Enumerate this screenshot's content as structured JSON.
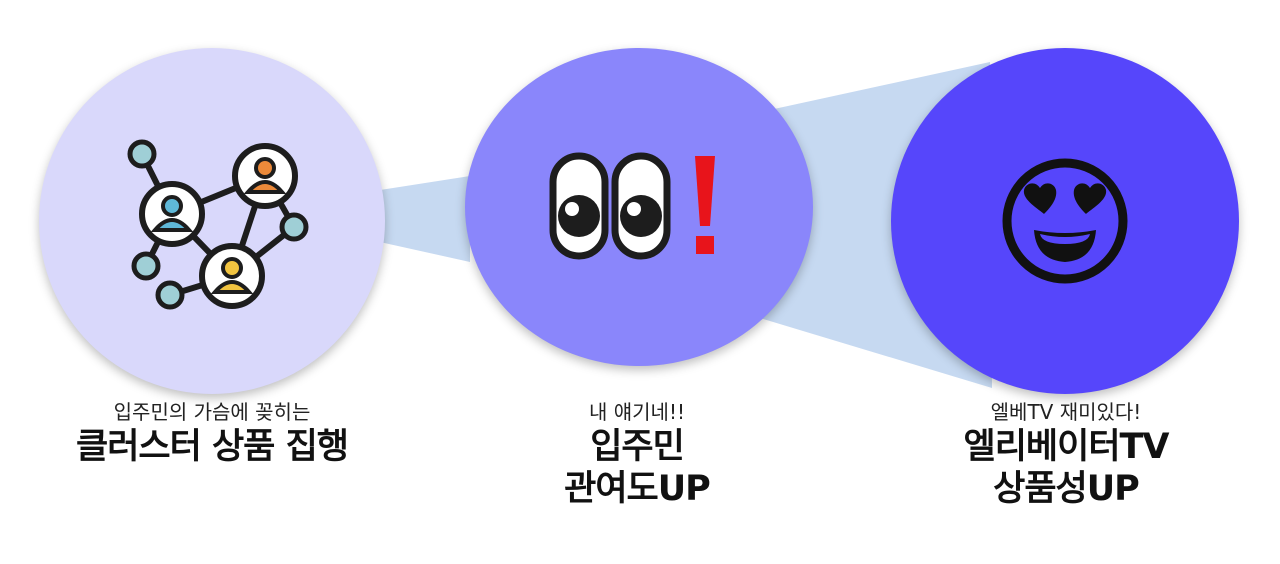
{
  "steps": [
    {
      "icon": "network-people-icon",
      "subtitle": "입주민의 가슴에 꽂히는",
      "title_lines": [
        "클러스터 상품 집행"
      ]
    },
    {
      "icon": "eyes-exclamation-icon",
      "subtitle": "내 얘기네!!",
      "title_lines": [
        "입주민",
        "관여도UP"
      ]
    },
    {
      "icon": "heart-eyes-emoji-icon",
      "subtitle": "엘베TV 재미있다!",
      "title_lines": [
        "엘리베이터TV",
        "상품성UP"
      ]
    }
  ],
  "colors": {
    "circle1": "#d9d8fb",
    "circle2": "#8a86fb",
    "circle3": "#5646fb",
    "beam": "#c6d9f1",
    "exclamation": "#e8141b"
  }
}
